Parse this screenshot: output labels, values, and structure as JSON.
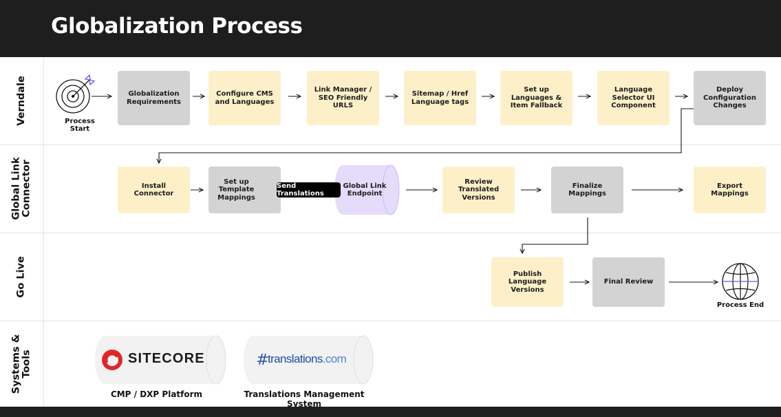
{
  "header": {
    "title": "Globalization Process"
  },
  "lanes": {
    "verndale": "Verndale",
    "connector": "Global Link\nConnector",
    "golive": "Go Live",
    "systems": "Systems &\nTools"
  },
  "nodes": {
    "process_start": "Process Start",
    "glob_req": "Globalization Requirements",
    "configure_cms": "Configure CMS and Languages",
    "link_manager": "Link Manager / SEO Friendly URLS",
    "sitemap": "Sitemap / Href Language tags",
    "setup_languages": "Set up Languages & Item Fallback",
    "lang_selector": "Language Selector UI Component",
    "deploy": "Deploy Configuration Changes",
    "install_connector": "Install Connector",
    "template_mappings": "Set up Template Mappings",
    "send_translations": "Send Translations",
    "global_link_endpoint": "Global Link Endpoint",
    "review_translated": "Review Translated Versions",
    "finalize_mappings": "Finalize Mappings",
    "export_mappings": "Export Mappings",
    "publish_language": "Publish Language Versions",
    "final_review": "Final Review",
    "process_end": "Process End"
  },
  "systems": {
    "sitecore_logo": "SITECORE",
    "sitecore_caption": "CMP / DXP Platform",
    "translations_logo_main": "translations",
    "translations_logo_suffix": ".com",
    "translations_caption": "Translations Management System"
  },
  "colors": {
    "header": "#1e1e1e",
    "yellow_box": "#fdf0c9",
    "gray_box": "#d3d3d3",
    "endpoint": "#e5dcfb",
    "target_accent": "#7b4dd6",
    "sitecore_red": "#e0262a",
    "translations_blue": "#1e4fa3"
  },
  "icons": {
    "start": "target-icon",
    "end": "globe-icon",
    "sitecore": "sitecore-logo-icon",
    "translations": "translations-logo-icon"
  }
}
